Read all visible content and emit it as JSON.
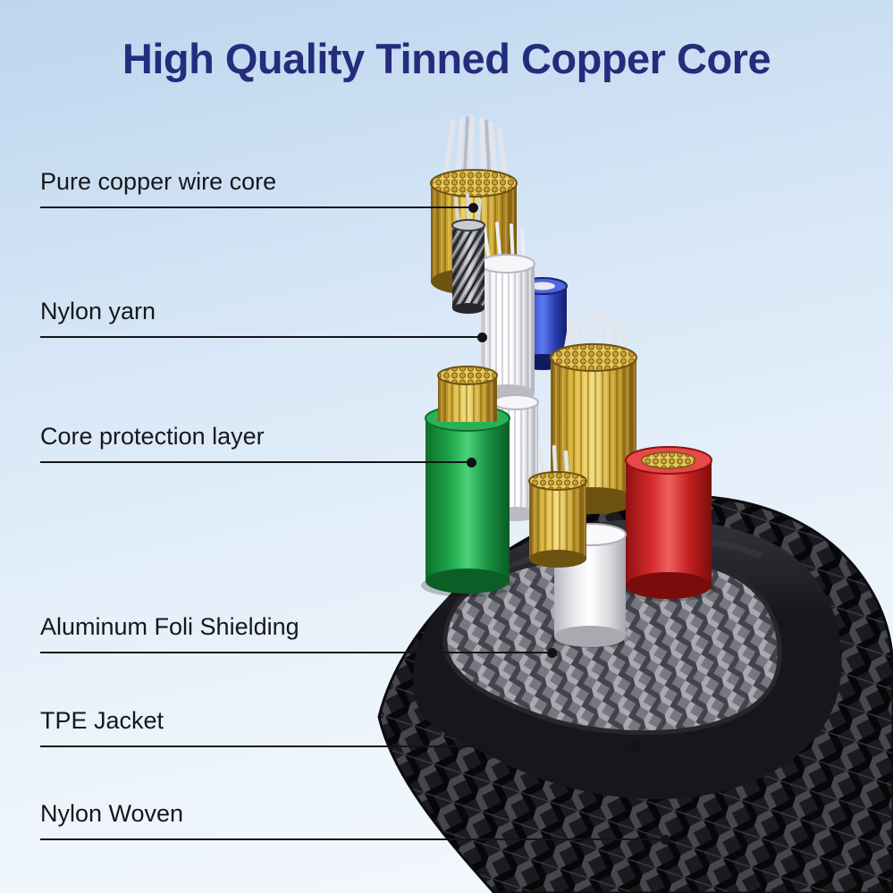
{
  "title": "High Quality Tinned Copper Core",
  "callouts": [
    {
      "text": "Pure copper wire core"
    },
    {
      "text": "Nylon yarn"
    },
    {
      "text": "Core protection layer"
    },
    {
      "text": "Aluminum Foli Shielding"
    },
    {
      "text": "TPE Jacket"
    },
    {
      "text": "Nylon Woven"
    }
  ],
  "illustration": {
    "subject": "cutaway-of-braided-cable-showing-internal-layers",
    "layer_names": [
      "tinned-copper-strands",
      "nylon-yarn",
      "core-protection-layer",
      "aluminum-foil-shielding",
      "tpe-jacket",
      "nylon-woven-braid"
    ]
  },
  "colors": {
    "title-color": "#232d7c",
    "label-color": "#16171b",
    "bg-top": "#bdd5ee",
    "bg-bottom": "#f4f9fd",
    "copper": "#d9b94a",
    "core-blue": "#2b43c8",
    "core-green": "#1a9c44",
    "core-red": "#d42525",
    "core-white": "#f2f2f5",
    "braid-gray": "#77777f",
    "jacket-black": "#141417"
  }
}
